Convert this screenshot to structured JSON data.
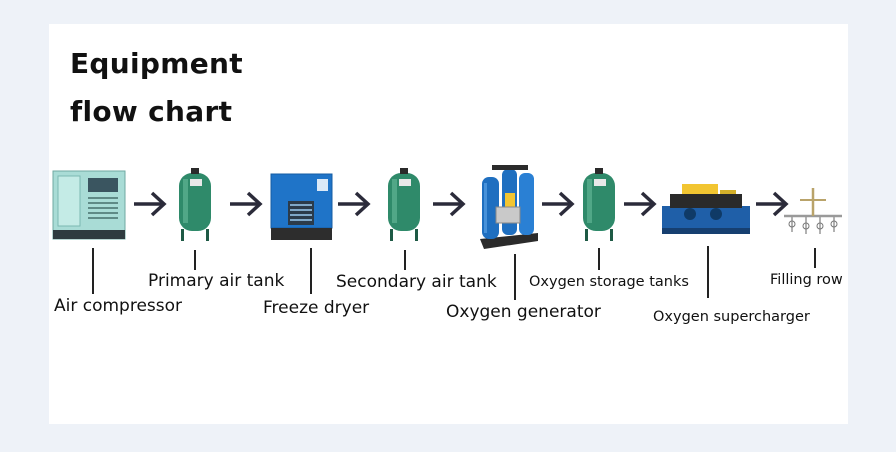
{
  "title": {
    "line1": "Equipment",
    "line2": "flow  chart"
  },
  "equipment": [
    {
      "name": "Air compressor",
      "icon": "air-compressor-icon"
    },
    {
      "name": "Primary air tank",
      "icon": "air-tank-icon"
    },
    {
      "name": "Freeze dryer",
      "icon": "freeze-dryer-icon"
    },
    {
      "name": "Secondary air tank",
      "icon": "air-tank-icon"
    },
    {
      "name": "Oxygen generator",
      "icon": "oxygen-generator-icon"
    },
    {
      "name": "Oxygen storage tanks",
      "icon": "storage-tank-icon"
    },
    {
      "name": "Oxygen supercharger",
      "icon": "supercharger-icon"
    },
    {
      "name": "Filling row",
      "icon": "filling-row-icon"
    }
  ],
  "colors": {
    "background": "#eef2f8",
    "panel": "#ffffff",
    "tank": "#2f8a6a",
    "dryer": "#1f74c8",
    "generator": "#1f6fc0",
    "compressor": "#a9dcd6",
    "arrow": "#2b2b3a"
  }
}
